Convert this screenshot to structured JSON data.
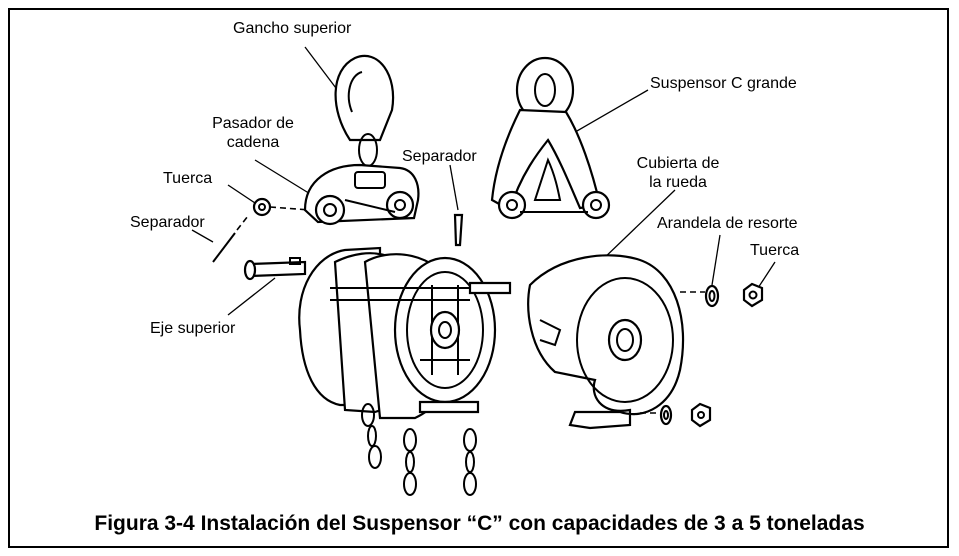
{
  "labels": {
    "gancho_superior": "Gancho superior",
    "pasador_cadena_1": "Pasador de",
    "pasador_cadena_2": "cadena",
    "tuerca_left": "Tuerca",
    "separador_left": "Separador",
    "eje_superior": "Eje superior",
    "separador_center": "Separador",
    "suspensor_c_grande": "Suspensor C grande",
    "cubierta_rueda_1": "Cubierta de",
    "cubierta_rueda_2": "la rueda",
    "arandela_resorte": "Arandela de resorte",
    "tuerca_right": "Tuerca"
  },
  "caption": "Figura 3-4 Instalación del Suspensor “C” con capacidades de 3 a 5 toneladas"
}
